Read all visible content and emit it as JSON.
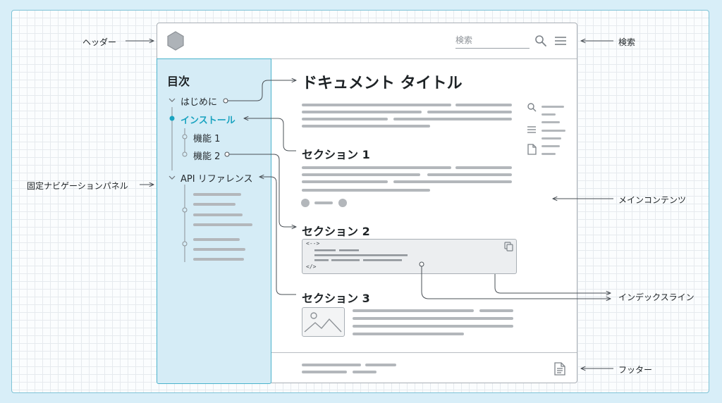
{
  "callouts": {
    "header": "ヘッダー",
    "search": "検索",
    "sidebar": "固定ナビゲーションパネル",
    "main": "メインコンテンツ",
    "index_line": "インデックスライン",
    "footer": "フッター"
  },
  "header": {
    "search_placeholder": "検索",
    "icons": [
      "hexagon-logo",
      "search-icon",
      "menu-icon"
    ]
  },
  "toc": {
    "title": "目次",
    "items": [
      {
        "label": "はじめに",
        "state": "default"
      },
      {
        "label": "インストール",
        "state": "active"
      },
      {
        "label": "機能 1",
        "state": "sub"
      },
      {
        "label": "機能 2",
        "state": "sub"
      },
      {
        "label": "API リファレンス",
        "state": "default"
      }
    ]
  },
  "main": {
    "title": "ドキュメント タイトル",
    "sections": [
      "セクション 1",
      "セクション 2",
      "セクション 3"
    ],
    "code_glyph_top": "<-->",
    "code_glyph_bottom": "</>"
  },
  "colors": {
    "accent": "#1aa3c0",
    "sidebar_bg": "#d5ecf6",
    "sidebar_border": "#4bb3cc",
    "placeholder_line": "#b3b7bb",
    "canvas": "#d8eef8"
  }
}
